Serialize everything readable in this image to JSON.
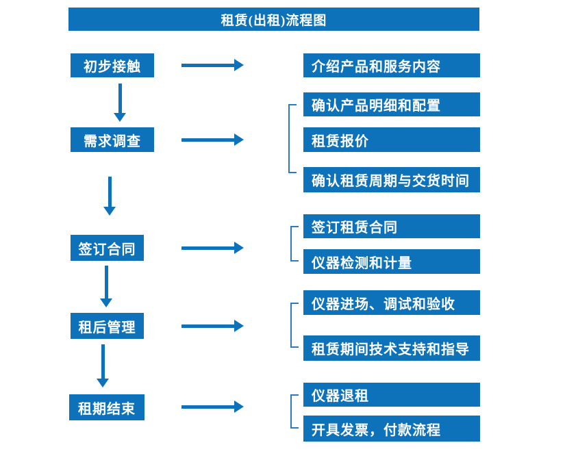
{
  "title": "租赁(出租)流程图",
  "colors": {
    "primary": "#0d72b9",
    "bracket": "#2d79bd",
    "text": "#ffffff",
    "background": "#ffffff"
  },
  "stages": [
    {
      "label": "初步接触",
      "outputs": [
        "介绍产品和服务内容"
      ]
    },
    {
      "label": "需求调查",
      "outputs": [
        "确认产品明细和配置",
        "租赁报价",
        "确认租赁周期与交货时间"
      ]
    },
    {
      "label": "签订合同",
      "outputs": [
        "签订租赁合同",
        "仪器检测和计量"
      ]
    },
    {
      "label": "租后管理",
      "outputs": [
        "仪器进场、调试和验收",
        "租赁期间技术支持和指导"
      ]
    },
    {
      "label": "租期结束",
      "outputs": [
        "仪器退租",
        "开具发票，付款流程"
      ]
    }
  ]
}
